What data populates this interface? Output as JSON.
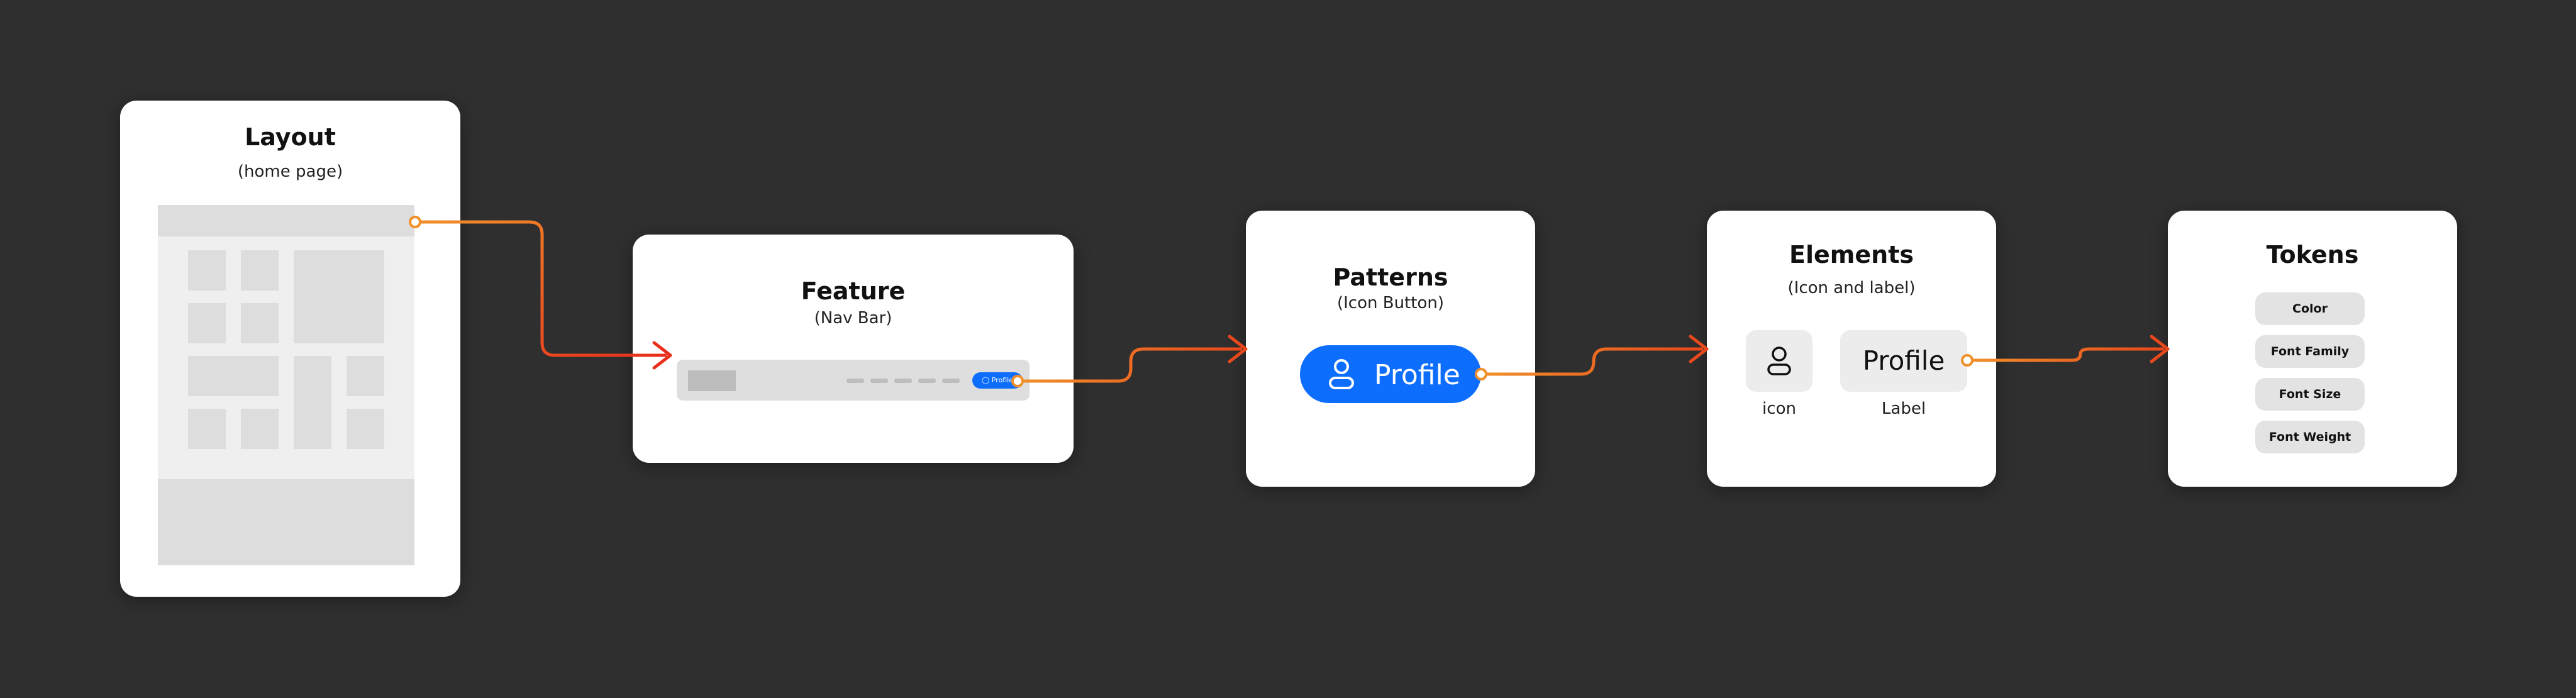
{
  "colors": {
    "background": "#2f2f2f",
    "card": "#ffffff",
    "accent_blue": "#0d6efd",
    "connector_orange": "#f0902a",
    "connector_red": "#e8301c"
  },
  "flow": {
    "layout": {
      "title": "Layout",
      "subtitle": "(home page)"
    },
    "feature": {
      "title": "Feature",
      "subtitle": "(Nav Bar)",
      "button_label": "Profile"
    },
    "patterns": {
      "title": "Patterns",
      "subtitle": "(Icon Button)",
      "button_label": "Profile",
      "button_icon": "user-icon"
    },
    "elements": {
      "title": "Elements",
      "subtitle": "(Icon and label)",
      "icon_caption": "icon",
      "label_tile": "Profile",
      "label_caption": "Label",
      "icon": "user-icon"
    },
    "tokens": {
      "title": "Tokens",
      "items": [
        "Color",
        "Font Family",
        "Font Size",
        "Font Weight"
      ]
    }
  }
}
